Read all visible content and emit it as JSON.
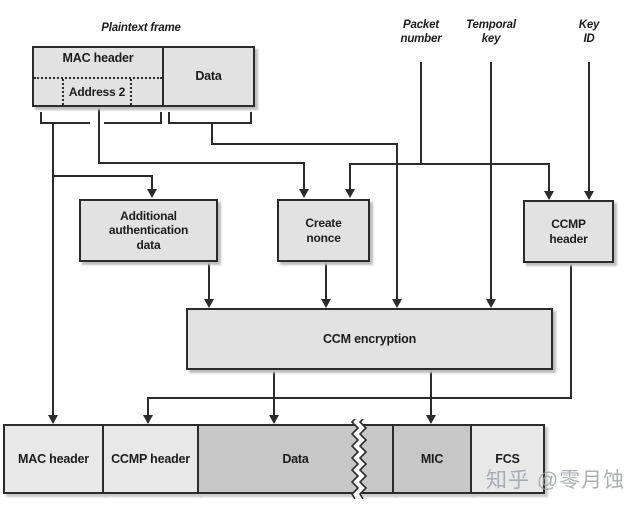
{
  "labels": {
    "plaintext_frame": "Plaintext frame",
    "packet_number": "Packet\nnumber",
    "temporal_key": "Temporal\nkey",
    "key_id": "Key\nID"
  },
  "plaintext_frame": {
    "mac_header": "MAC header",
    "address2": "Address 2",
    "data": "Data"
  },
  "process": {
    "aad": "Additional\nauthentication\ndata",
    "create_nonce": "Create\nnonce",
    "ccmp_header": "CCMP\nheader",
    "ccm_encryption": "CCM encryption"
  },
  "encrypted_frame": {
    "mac_header": "MAC header",
    "ccmp_header": "CCMP header",
    "data": "Data",
    "mic": "MIC",
    "fcs": "FCS"
  },
  "watermark": "知乎 @零月蚀",
  "colors": {
    "line": "#2b2b2b",
    "box_fill": "#e2e2e2",
    "light_field_fill": "#e8e8e8",
    "dark_field_fill": "#c7c7c7",
    "shadow": "#bdbdbd",
    "watermark": "#999ea3"
  }
}
